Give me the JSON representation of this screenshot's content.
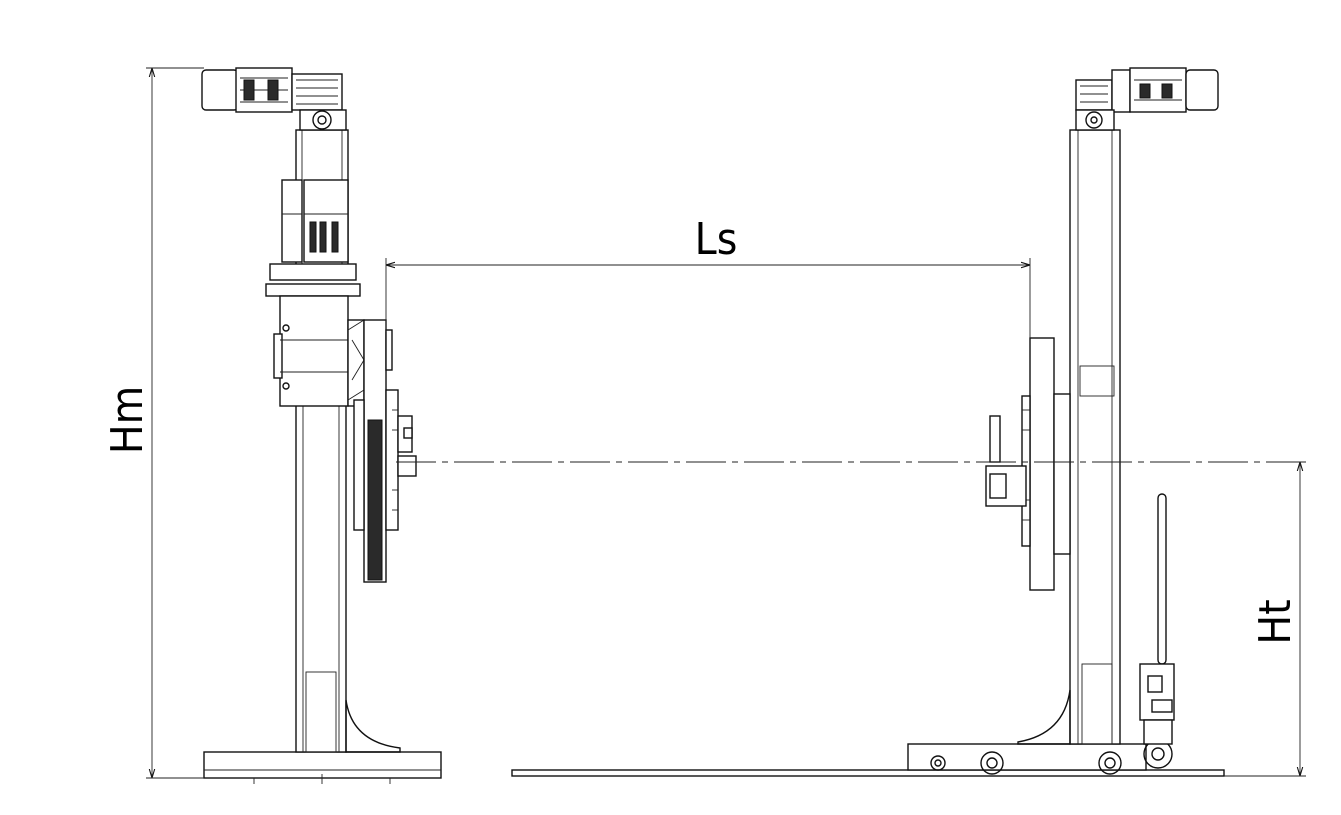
{
  "dimensions": {
    "ls": "Ls",
    "hm": "Hm",
    "ht": "Ht"
  },
  "colors": {
    "line": "#111111",
    "background": "#ffffff"
  }
}
